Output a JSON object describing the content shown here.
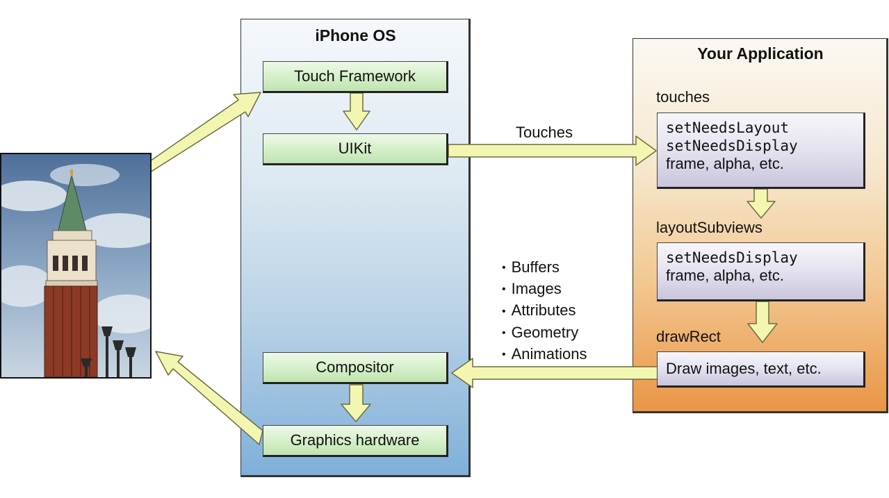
{
  "ios_panel": {
    "title": "iPhone OS",
    "touch_framework": "Touch Framework",
    "uikit": "UIKit",
    "compositor": "Compositor",
    "graphics_hardware": "Graphics hardware"
  },
  "app_panel": {
    "title": "Your Application",
    "touches_label": "touches",
    "touches_box": [
      "setNeedsLayout",
      "setNeedsDisplay",
      "frame, alpha, etc."
    ],
    "layout_label": "layoutSubviews",
    "layout_box": [
      "setNeedsDisplay",
      "frame, alpha, etc."
    ],
    "draw_label": "drawRect",
    "draw_box": "Draw images, text, etc."
  },
  "connectors": {
    "touches_label": "Touches",
    "bullets": [
      "Buffers",
      "Images",
      "Attributes",
      "Geometry",
      "Animations"
    ]
  },
  "colors": {
    "arrow_fill": "#f3f6b0",
    "arrow_stroke": "#6c6c40",
    "green_box": "#cdeabf",
    "purple_box": "#d6d3e6",
    "ios_gradient_bottom": "#7fb0d9",
    "app_gradient_bottom": "#ea9545"
  },
  "icons": {
    "photo": "campanile-tower-photo"
  }
}
